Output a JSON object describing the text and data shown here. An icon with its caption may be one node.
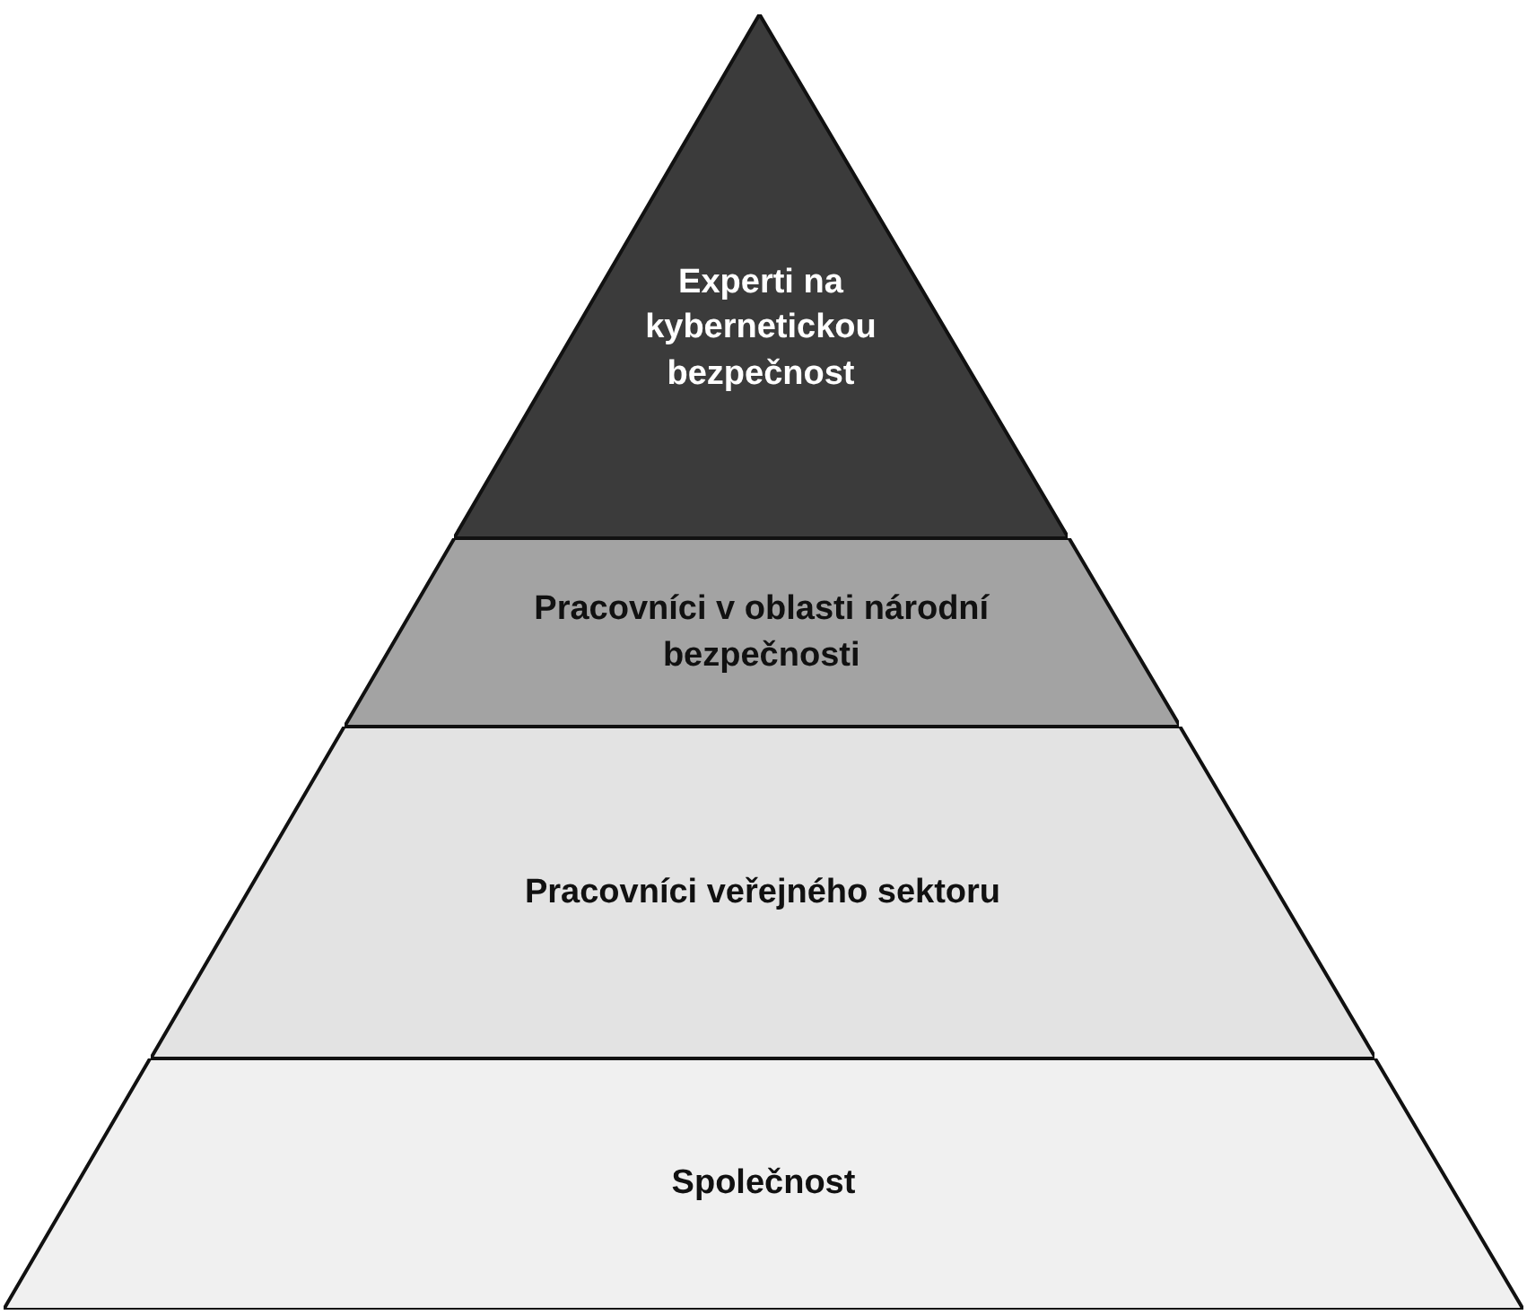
{
  "diagram": {
    "nodes": [
      {
        "text": [
          "Experti na kybernetickou bezpečnost"
        ]
      },
      {
        "text": [
          "Pracovníci v oblasti národní bezpečnosti"
        ]
      },
      {
        "text": [
          "Pracovníci veřejného sektoru"
        ]
      },
      {
        "text": [
          "Společnost"
        ]
      }
    ]
  }
}
